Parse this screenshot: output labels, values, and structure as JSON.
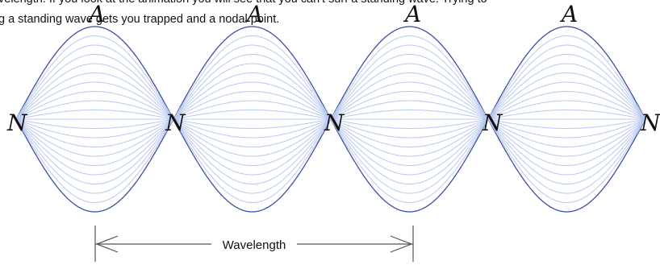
{
  "paragraph": {
    "line1": "velength. If you look at the animation you will see that you can't surf a standing wave. Trying to",
    "line2": "g a standing wave gets you trapped and a nodal point."
  },
  "diagram": {
    "node_label": "N",
    "antinode_label": "A",
    "wavelength_label": "Wavelength",
    "num_nodes": 5,
    "num_loops": 4,
    "amplitude_levels": [
      1.0,
      0.9,
      0.8,
      0.7,
      0.6,
      0.5,
      0.4,
      0.3,
      0.2,
      0.1
    ],
    "colors": {
      "envelope": "#3a4fa8",
      "inner": "#b8c8ee",
      "arrow": "#555555"
    }
  }
}
